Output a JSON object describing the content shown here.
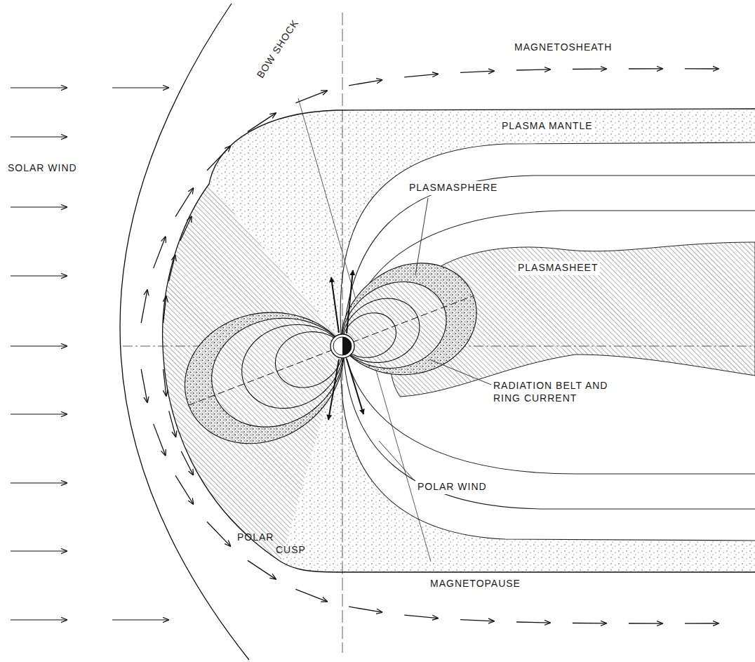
{
  "diagram": {
    "labels": [
      "BOW SHOCK",
      "MAGNETOSHEATH",
      "SOLAR WIND",
      "PLASMA MANTLE",
      "PLASMASPHERE",
      "PLASMASHEET",
      "RADIATION BELT AND RING CURRENT",
      "POLAR WIND",
      "POLAR CUSP",
      "MAGNETOPAUSE"
    ]
  }
}
